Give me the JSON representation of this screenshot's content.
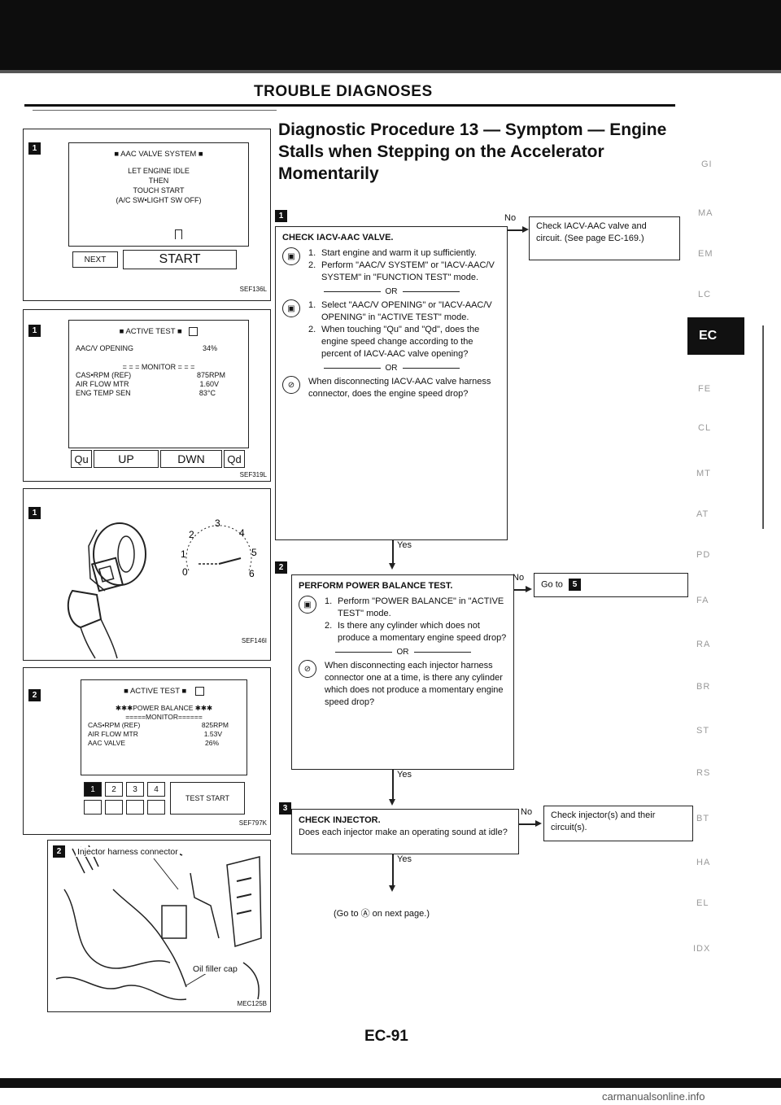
{
  "header": {
    "title": "TROUBLE DIAGNOSES"
  },
  "procedure": {
    "title": "Diagnostic Procedure 13 — Symptom — Engine Stalls when Stepping on the Accelerator Momentarily"
  },
  "panels": [
    {
      "badge": "1",
      "code": "SEF136L",
      "screen_title": "■ AAC VALVE SYSTEM ■",
      "lines": [
        "LET ENGINE IDLE",
        "THEN",
        "TOUCH START",
        "(A/C SW•LIGHT SW OFF)"
      ],
      "buttons": [
        "NEXT",
        "START"
      ]
    },
    {
      "badge": "1",
      "code": "SEF319L",
      "screen_title": "■ ACTIVE TEST ■",
      "item_label": "AAC/V OPENING",
      "item_value": "34%",
      "monitor": "= = = MONITOR = = =",
      "rows": [
        [
          "CAS•RPM (REF)",
          "875rpm"
        ],
        [
          "AIR FLOW MTR",
          "1.60V"
        ],
        [
          "ENG TEMP SEN",
          "83°C"
        ]
      ],
      "buttons": [
        "Qu",
        "UP",
        "DWN",
        "Qd"
      ]
    },
    {
      "badge": "1",
      "code": "SEF146I",
      "gauge_numbers": [
        "0",
        "1",
        "2",
        "3",
        "4",
        "5",
        "6"
      ]
    },
    {
      "badge": "2",
      "code": "SEF797K",
      "screen_title": "■ ACTIVE TEST ■",
      "subtitle": "✱✱✱POWER BALANCE ✱✱✱",
      "monitor": "=====MONITOR======",
      "rows": [
        [
          "CAS•RPM (REF)",
          "825rpm"
        ],
        [
          "AIR FLOW MTR",
          "1.53V"
        ],
        [
          "AAC VALVE",
          "26%"
        ]
      ],
      "cyl_buttons": [
        "1",
        "2",
        "3",
        "4"
      ],
      "test_start": "TEST START"
    },
    {
      "badge": "2",
      "code": "MEC125B",
      "label_injector": "Injector harness connector",
      "label_oil": "Oil filler cap"
    }
  ],
  "flow": {
    "step1": {
      "badge": "1",
      "title": "CHECK IACV-AAC VALVE.",
      "a_steps": [
        "Start engine and warm it up sufficiently.",
        "Perform \"AAC/V SYSTEM\" or \"IACV-AAC/V SYSTEM\" in \"FUNCTION TEST\" mode."
      ],
      "or1": "OR",
      "b_steps": [
        "Select \"AAC/V OPENING\" or \"IACV-AAC/V OPENING\" in \"ACTIVE TEST\" mode.",
        "When touching \"Qu\" and \"Qd\", does the engine speed change according to the percent of IACV-AAC valve opening?"
      ],
      "or2": "OR",
      "c_text": "When disconnecting IACV-AAC valve harness connector, does the engine speed drop?",
      "no": "No",
      "yes": "Yes",
      "no_text": "Check IACV-AAC valve and circuit. (See page EC-169.)"
    },
    "step2": {
      "badge": "2",
      "title": "PERFORM POWER BALANCE TEST.",
      "a_steps": [
        "Perform \"POWER BALANCE\" in \"ACTIVE TEST\" mode.",
        "Is there any cylinder which does not produce a momentary engine speed drop?"
      ],
      "or": "OR",
      "c_text": "When disconnecting each injector harness connector one at a time, is there any cylinder which does not produce a momentary engine speed drop?",
      "no": "No",
      "yes": "Yes",
      "no_text": "Go to",
      "goto_badge": "5"
    },
    "step3": {
      "badge": "3",
      "title": "CHECK INJECTOR.",
      "text": "Does each injector make an operating sound at idle?",
      "no": "No",
      "yes": "Yes",
      "no_text": "Check injector(s) and their circuit(s).",
      "next": "(Go to Ⓐ on next page.)"
    }
  },
  "side_tabs": [
    "GI",
    "MA",
    "EM",
    "LC",
    "EC",
    "FE",
    "CL",
    "MT",
    "AT",
    "PD",
    "FA",
    "RA",
    "BR",
    "ST",
    "RS",
    "BT",
    "HA",
    "EL",
    "IDX"
  ],
  "footer": {
    "page": "EC-91",
    "watermark": "carmanualsonline.info"
  }
}
